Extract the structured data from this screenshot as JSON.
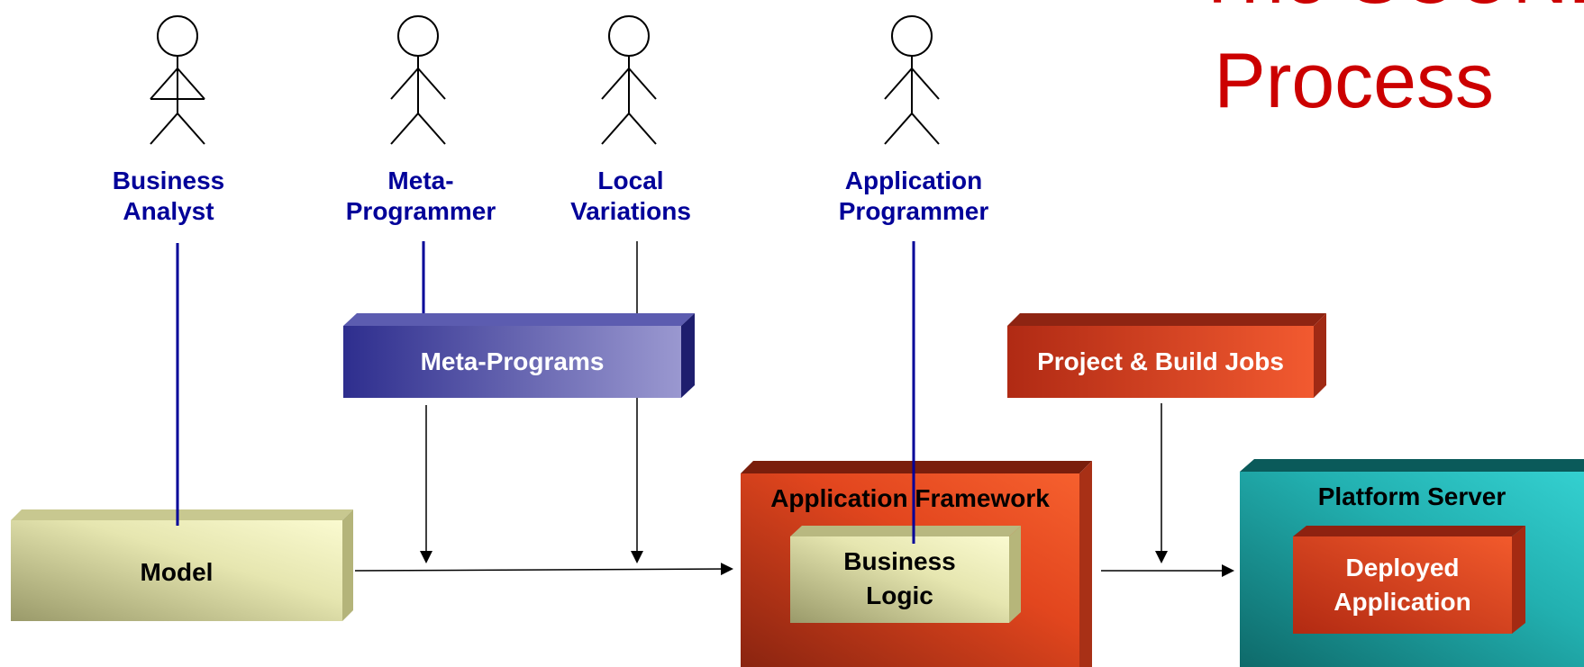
{
  "title": {
    "partial_top": "The SCUNE",
    "main": "Process"
  },
  "actors": [
    {
      "label_line1": "Business",
      "label_line2": "Analyst"
    },
    {
      "label_line1": "Meta-",
      "label_line2": "Programmer"
    },
    {
      "label_line1": "Local",
      "label_line2": "Variations"
    },
    {
      "label_line1": "Application",
      "label_line2": "Programmer"
    }
  ],
  "boxes": {
    "meta_programs": "Meta-Programs",
    "project_build_jobs": "Project & Build Jobs",
    "model": "Model",
    "application_framework": "Application Framework",
    "business_logic_line1": "Business",
    "business_logic_line2": "Logic",
    "platform_server": "Platform Server",
    "deployed_application_line1": "Deployed",
    "deployed_application_line2": "Application"
  },
  "colors": {
    "title": "#cc0000",
    "actor_label": "#000099",
    "actor_link": "#000099",
    "meta_programs": "#3a3a9a",
    "project_build": "#c8301a",
    "model": "#e8e8b0",
    "framework": "#e0401e",
    "platform": "#20a8a8"
  }
}
